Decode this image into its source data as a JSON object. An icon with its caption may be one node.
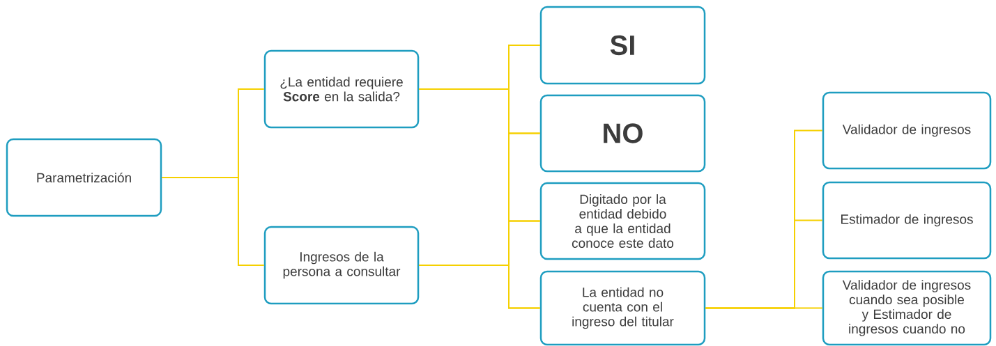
{
  "diagram": {
    "nodes": [
      {
        "text": [
          "Parametrización"
        ]
      },
      {
        "text": [
          "¿La entidad requiere **Score** en la salida?"
        ]
      },
      {
        "text": [
          "Ingresos de la persona a consultar"
        ]
      },
      {
        "text": [
          "SI"
        ]
      },
      {
        "text": [
          "NO"
        ]
      },
      {
        "text": [
          "Digitado por la entidad debido a que la entidad conoce este dato"
        ]
      },
      {
        "text": [
          "La entidad no cuenta con el ingreso del titular"
        ]
      },
      {
        "text": [
          "Validador de ingresos"
        ]
      },
      {
        "text": [
          "Estimador de ingresos"
        ]
      },
      {
        "text": [
          "Validador de ingresos cuando sea posible y Estimador de ingresos cuando no"
        ]
      }
    ],
    "edges": [
      {
        "from": 0,
        "to": 1,
        "arrow": "none"
      },
      {
        "from": 0,
        "to": 2,
        "arrow": "none"
      },
      {
        "from": 1,
        "to": 3,
        "arrow": "none"
      },
      {
        "from": 1,
        "to": 4,
        "arrow": "none"
      },
      {
        "from": 1,
        "to": 5,
        "arrow": "none"
      },
      {
        "from": 1,
        "to": 6,
        "arrow": "none"
      },
      {
        "from": 2,
        "to": 3,
        "arrow": "none"
      },
      {
        "from": 2,
        "to": 4,
        "arrow": "none"
      },
      {
        "from": 2,
        "to": 5,
        "arrow": "none"
      },
      {
        "from": 2,
        "to": 6,
        "arrow": "none"
      },
      {
        "from": 6,
        "to": 7,
        "arrow": "none"
      },
      {
        "from": 6,
        "to": 8,
        "arrow": "none"
      },
      {
        "from": 6,
        "to": 9,
        "arrow": "none"
      }
    ]
  }
}
